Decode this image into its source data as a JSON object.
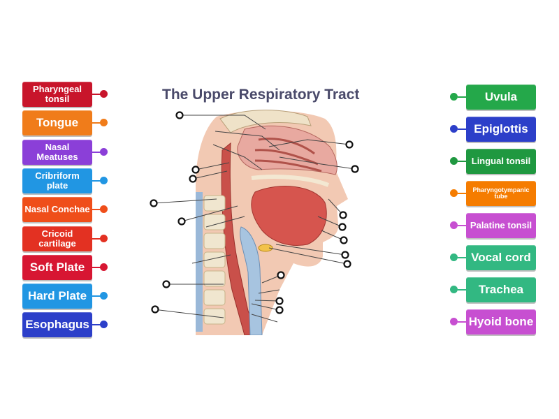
{
  "title": "The Upper Respiratory Tract",
  "left_labels": [
    {
      "text": "Pharyngeal tonsil",
      "color": "#c8152b",
      "size": "fs13"
    },
    {
      "text": "Tongue",
      "color": "#f07c1a",
      "size": "fs18"
    },
    {
      "text": "Nasal Meatuses",
      "color": "#8b3fd8",
      "size": "fs13"
    },
    {
      "text": "Cribriform plate",
      "color": "#2196e3",
      "size": "fs13"
    },
    {
      "text": "Nasal Conchae",
      "color": "#ef4e1a",
      "size": "fs13"
    },
    {
      "text": "Cricoid cartilage",
      "color": "#e33122",
      "size": "fs13"
    },
    {
      "text": "Soft Plate",
      "color": "#d71632",
      "size": "fs18"
    },
    {
      "text": "Hard Plate",
      "color": "#2196e3",
      "size": "fs18"
    },
    {
      "text": "Esophagus",
      "color": "#2c3fc9",
      "size": "fs18"
    }
  ],
  "right_labels": [
    {
      "text": "Uvula",
      "color": "#24a84a",
      "size": "fs18"
    },
    {
      "text": "Epiglottis",
      "color": "#2c3fc9",
      "size": "fs18"
    },
    {
      "text": "Lingual tonsil",
      "color": "#1f9840",
      "size": "fs13"
    },
    {
      "text": "Pharyngotympanic tube",
      "color": "#f57c00",
      "size": "fs9"
    },
    {
      "text": "Palatine tonsil",
      "color": "#c74fd1",
      "size": "fs13"
    },
    {
      "text": "Vocal cord",
      "color": "#32b882",
      "size": "fs18"
    },
    {
      "text": "Trachea",
      "color": "#32b882",
      "size": "fs18"
    },
    {
      "text": "Hyoid bone",
      "color": "#c74fd1",
      "size": "fs18"
    }
  ]
}
